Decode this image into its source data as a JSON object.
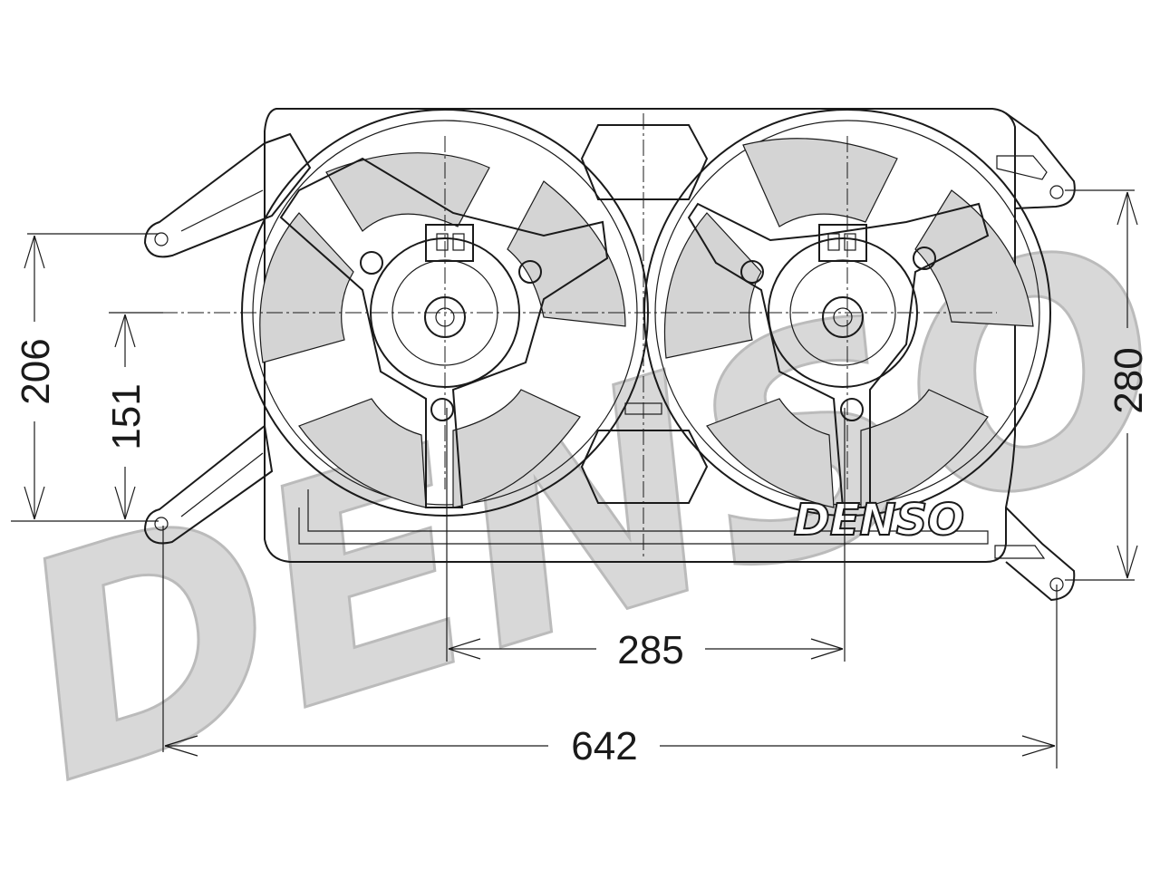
{
  "brand": {
    "name": "DENSO",
    "watermark": "DENSO"
  },
  "dimensions": {
    "overall_width": "642",
    "fan_spacing": "285",
    "overall_height": "280",
    "left_mount_outer": "206",
    "left_mount_inner": "151"
  },
  "colors": {
    "line": "#1a1a1a",
    "blade_fill": "#d4d4d4",
    "watermark": "#a9a9a9"
  }
}
